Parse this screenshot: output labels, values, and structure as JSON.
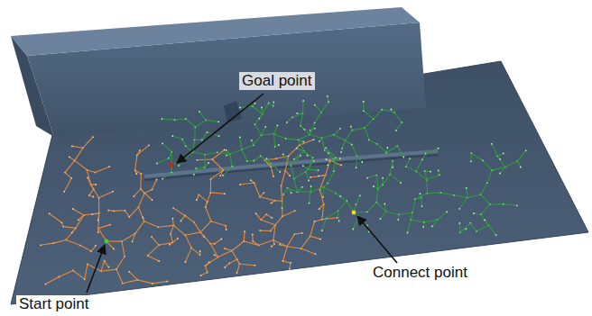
{
  "diagram": {
    "labels": [
      "Goal point",
      "Connect point",
      "Start point"
    ]
  }
}
